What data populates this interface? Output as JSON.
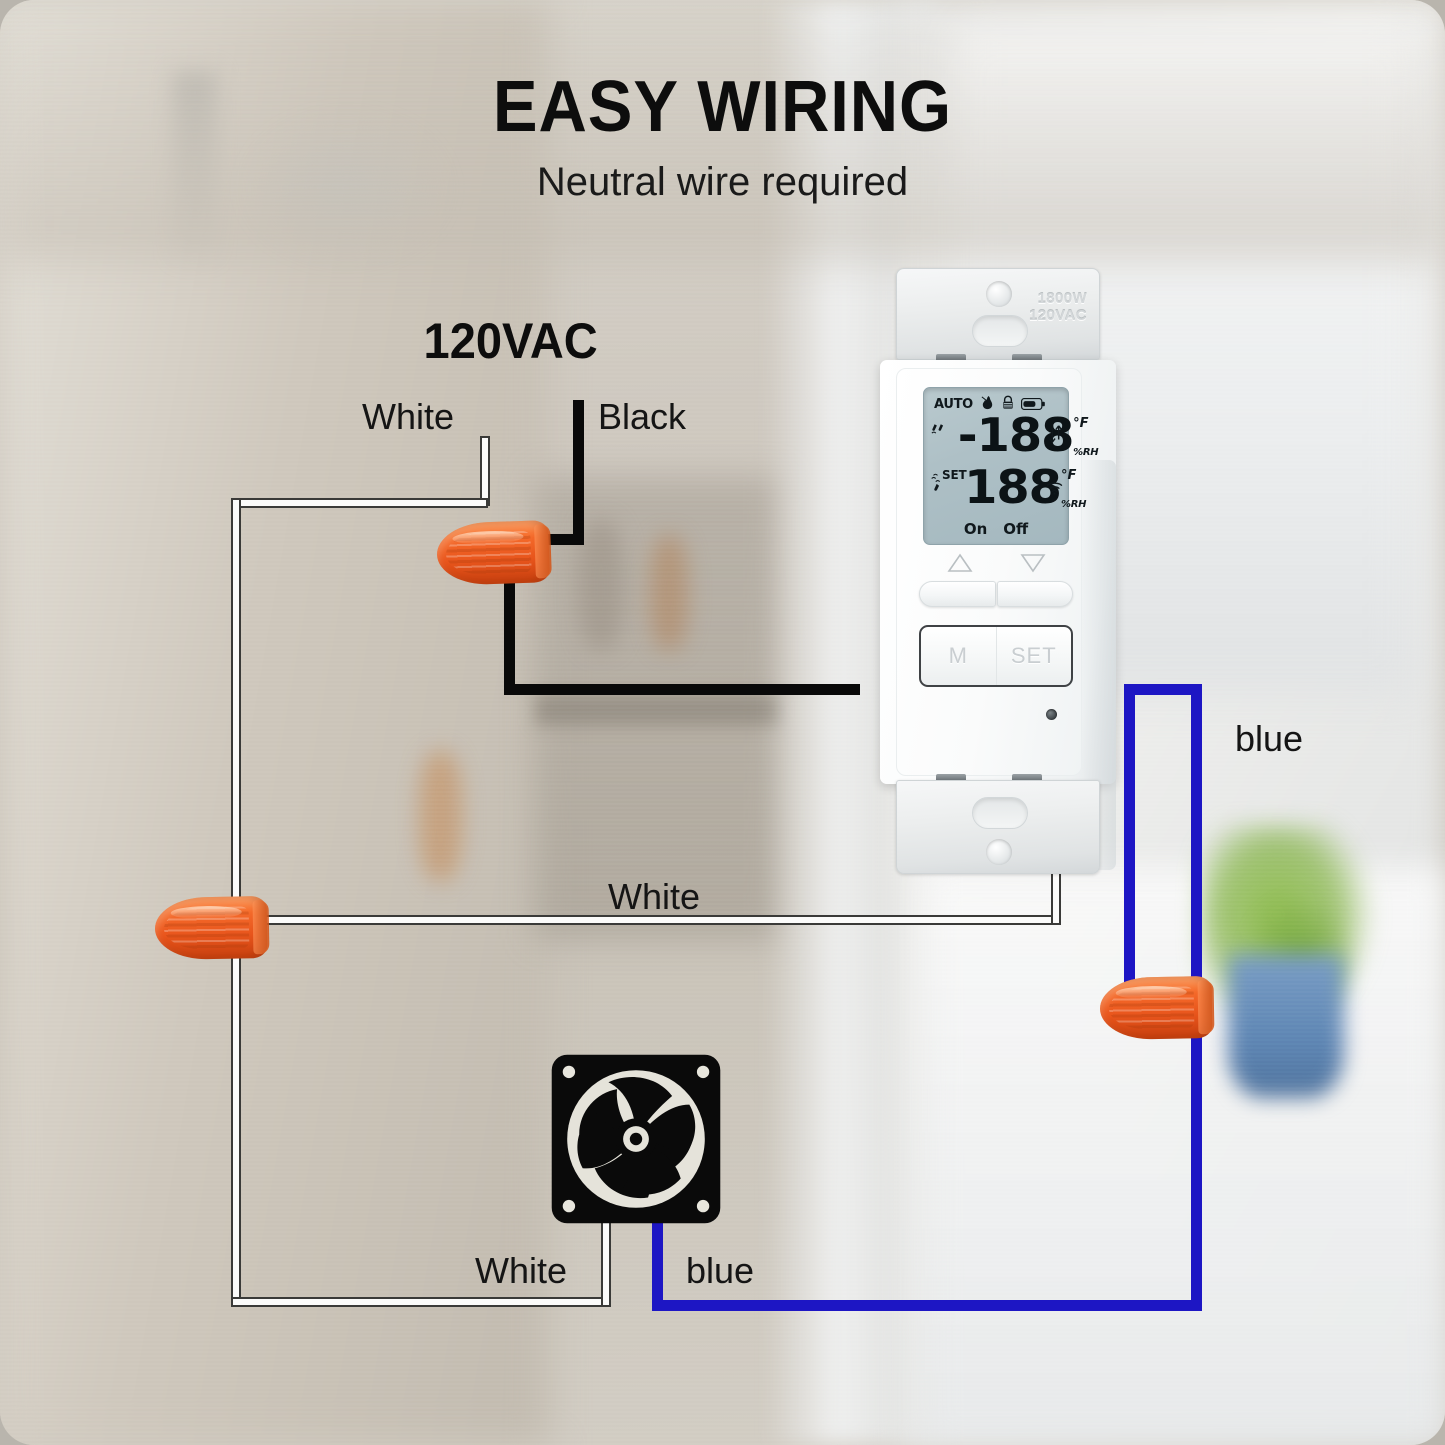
{
  "page": {
    "title": "EASY WIRING",
    "subtitle": "Neutral wire required",
    "supply_label": "120VAC"
  },
  "colors": {
    "black_wire": "#090909",
    "white_wire": "#fbfbfa",
    "white_wire_outline": "#3a3a38",
    "blue_wire": "#1d16c4",
    "wirenut_orange": "#e8551c",
    "lcd_background": "#aec0c6",
    "device_body": "#ffffff",
    "text": "#151515"
  },
  "wire_labels": {
    "white_top": "White",
    "black_top": "Black",
    "blue_right": "blue",
    "white_middle": "White",
    "white_bottom": "White",
    "blue_bottom": "blue"
  },
  "device": {
    "rating_emboss_line1": "1800W",
    "rating_emboss_line2": "120VAC",
    "lcd": {
      "mode": "AUTO",
      "top_icons": [
        "flame-icon",
        "lock-icon",
        "battery-icon"
      ],
      "reading_primary": {
        "value": "-188",
        "unit_top": "°F",
        "unit_bottom": "%RH",
        "left_icon": "rain-drops-icon",
        "right_icon": "up-down-arrows-icon"
      },
      "reading_set": {
        "prefix": "SET",
        "value": "188",
        "unit_top": "°F",
        "unit_bottom": "%RH",
        "left_icon": "steam-humidity-icon",
        "right_icon": "wifi-icon"
      },
      "status_on": "On",
      "status_off": "Off"
    },
    "buttons": {
      "up_arrow": "up-triangle-icon",
      "down_arrow": "down-triangle-icon",
      "mode_label": "M",
      "set_label": "SET"
    },
    "indicator": "status-led"
  },
  "load": {
    "icon": "exhaust-fan-icon"
  },
  "connectors": {
    "top": "wire-nut",
    "left": "wire-nut",
    "right": "wire-nut"
  }
}
